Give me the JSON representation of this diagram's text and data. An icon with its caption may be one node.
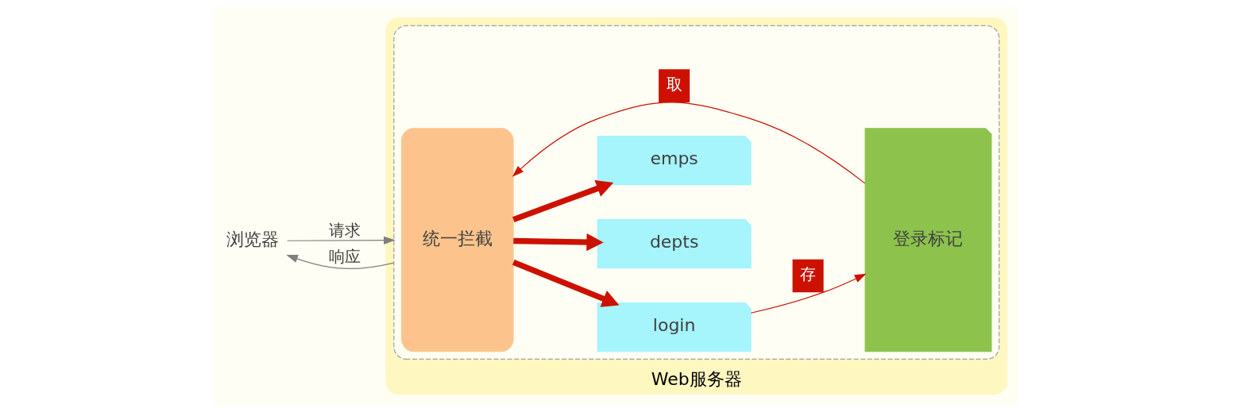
{
  "diagram": {
    "nodes": [
      {
        "text": [
          "Web服务器"
        ]
      },
      {
        "text": [],
        "shape": "box",
        "in": 0
      },
      {
        "text": [
          "统一拦截"
        ],
        "in": 1
      },
      {
        "text": [
          "login"
        ],
        "in": 1
      },
      {
        "text": [
          "depts"
        ],
        "in": 1
      },
      {
        "text": [
          "emps"
        ],
        "in": 1
      },
      {
        "text": [
          "登录标记"
        ],
        "in": 1
      },
      {
        "text": [
          "浏览器"
        ]
      }
    ],
    "edges": [
      {
        "from": 7,
        "to": 1,
        "arrow": "to",
        "label": "请求",
        "color": "#7f7f7f"
      },
      {
        "from": 1,
        "to": 7,
        "arrow": "to",
        "label": "响应",
        "color": "#7f7f7f"
      },
      {
        "from": 2,
        "to": 3,
        "arrow": "to",
        "style": "thick"
      },
      {
        "from": 2,
        "to": 4,
        "arrow": "to",
        "style": "thick"
      },
      {
        "from": 2,
        "to": 5,
        "arrow": "to",
        "style": "thick"
      },
      {
        "from": 3,
        "to": 6,
        "arrow": "to",
        "label": "存"
      },
      {
        "from": 6,
        "to": 2,
        "arrow": "to",
        "label": "取"
      }
    ]
  }
}
